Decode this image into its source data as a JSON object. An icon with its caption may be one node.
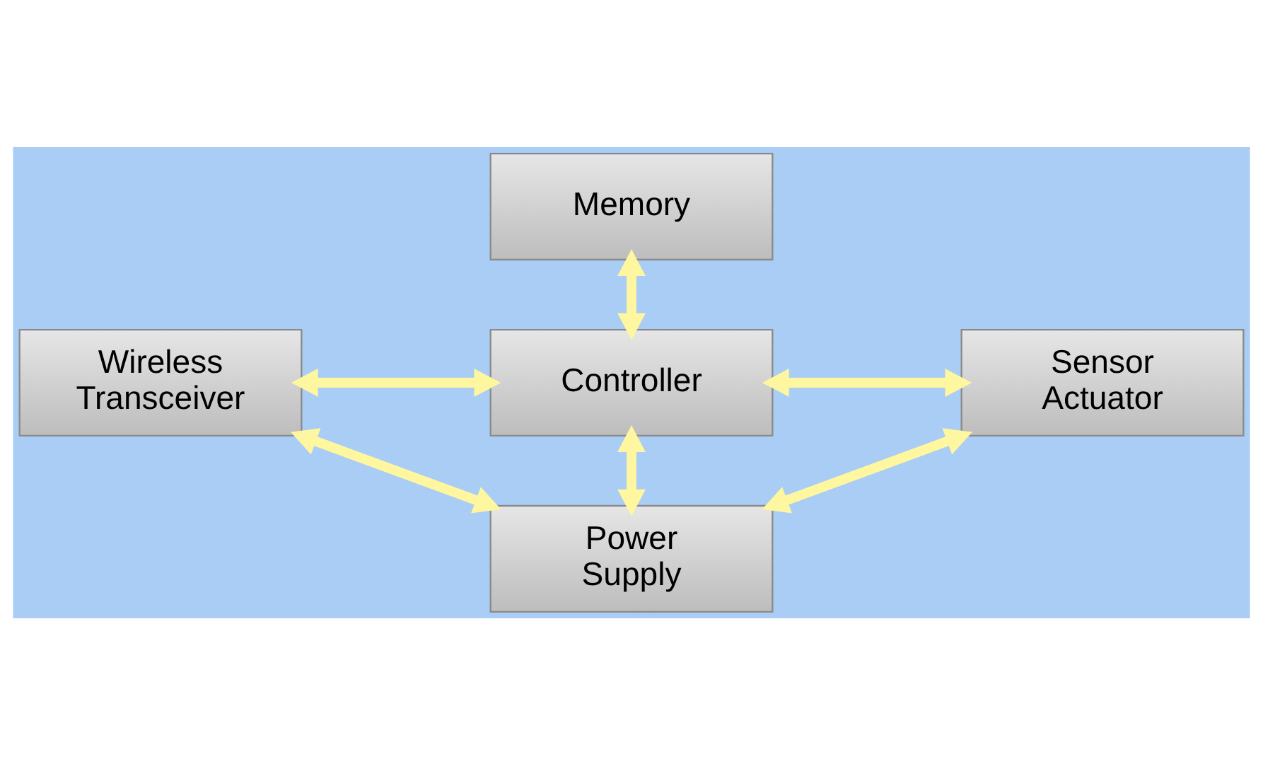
{
  "diagram": {
    "nodes": [
      {
        "text": [
          "Memory"
        ]
      },
      {
        "text": [
          "Wireless Transceiver"
        ]
      },
      {
        "text": [
          "Controller"
        ]
      },
      {
        "text": [
          "Sensor Actuator"
        ]
      },
      {
        "text": [
          "Power Supply"
        ]
      }
    ],
    "edges": [
      {
        "from": 0,
        "to": 2,
        "arrow": "both"
      },
      {
        "from": 1,
        "to": 2,
        "arrow": "both"
      },
      {
        "from": 2,
        "to": 3,
        "arrow": "both"
      },
      {
        "from": 2,
        "to": 4,
        "arrow": "both"
      },
      {
        "from": 1,
        "to": 4,
        "arrow": "both"
      },
      {
        "from": 3,
        "to": 4,
        "arrow": "both"
      }
    ]
  }
}
